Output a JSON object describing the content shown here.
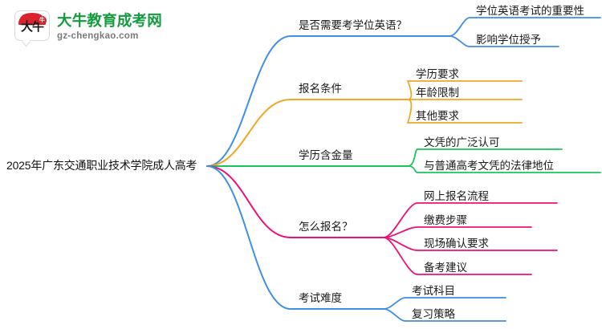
{
  "logo": {
    "mark_text": "大牛",
    "mark_badge": "牛",
    "title": "大牛教育成考网",
    "subtitle": "gz-chengkao.com",
    "title_color": "#159b3f",
    "subtitle_color": "#7a7a7a",
    "accent_color": "#d9232d"
  },
  "mindmap": {
    "root": {
      "label": "2025年广东交通职业技术学院成人高考"
    },
    "branches": [
      {
        "label": "是否需要考学位英语？",
        "color": "#3d8fe8",
        "children": [
          {
            "label": "学位英语考试的重要性"
          },
          {
            "label": "影响学位授予"
          }
        ]
      },
      {
        "label": "报名条件",
        "color": "#efa72a",
        "children": [
          {
            "label": "学历要求"
          },
          {
            "label": "年龄限制"
          },
          {
            "label": "其他要求"
          }
        ]
      },
      {
        "label": "学历含金量",
        "color": "#1ac45c",
        "children": [
          {
            "label": "文凭的广泛认可"
          },
          {
            "label": "与普通高考文凭的法律地位"
          }
        ]
      },
      {
        "label": "怎么报名？",
        "color": "#ed1076",
        "children": [
          {
            "label": "网上报名流程"
          },
          {
            "label": "缴费步骤"
          },
          {
            "label": "现场确认要求"
          },
          {
            "label": "备考建议"
          }
        ]
      },
      {
        "label": "考试难度",
        "color": "#3d8fe8",
        "children": [
          {
            "label": "考试科目"
          },
          {
            "label": "复习策略"
          }
        ]
      }
    ]
  }
}
